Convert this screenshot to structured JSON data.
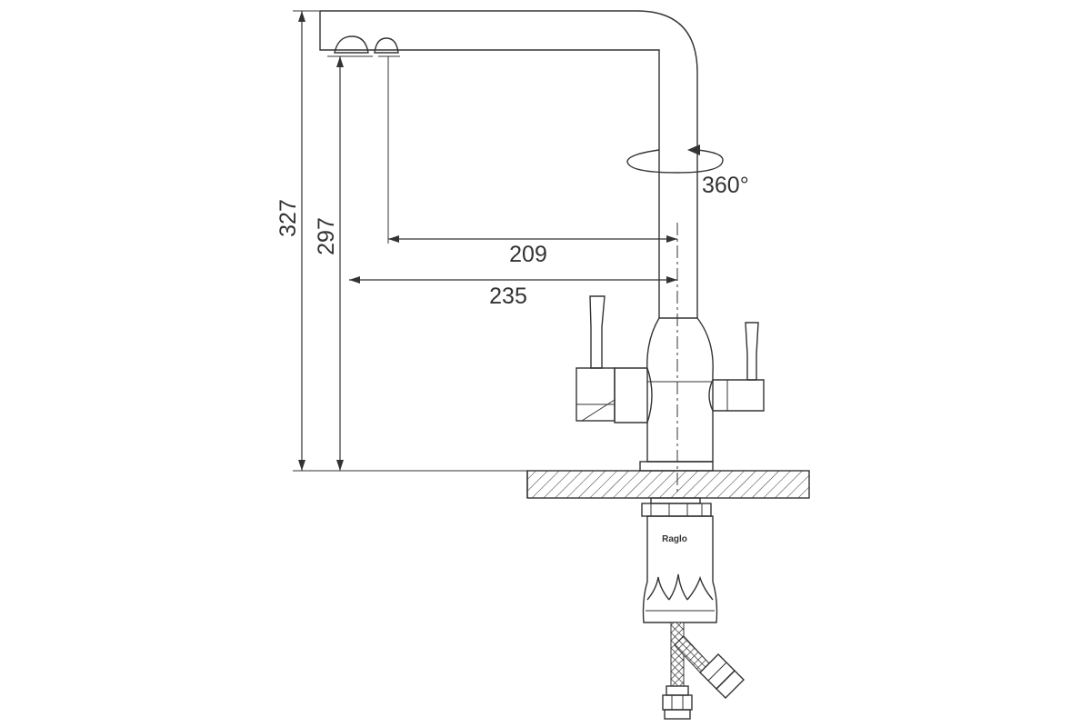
{
  "dimensions": {
    "overall_height": "327",
    "spout_height": "297",
    "reach_inner": "209",
    "reach_outer": "235",
    "rotation": "360°"
  },
  "brand": {
    "logo_text": "Raglo"
  },
  "colors": {
    "line": "#333333",
    "background": "#ffffff"
  }
}
